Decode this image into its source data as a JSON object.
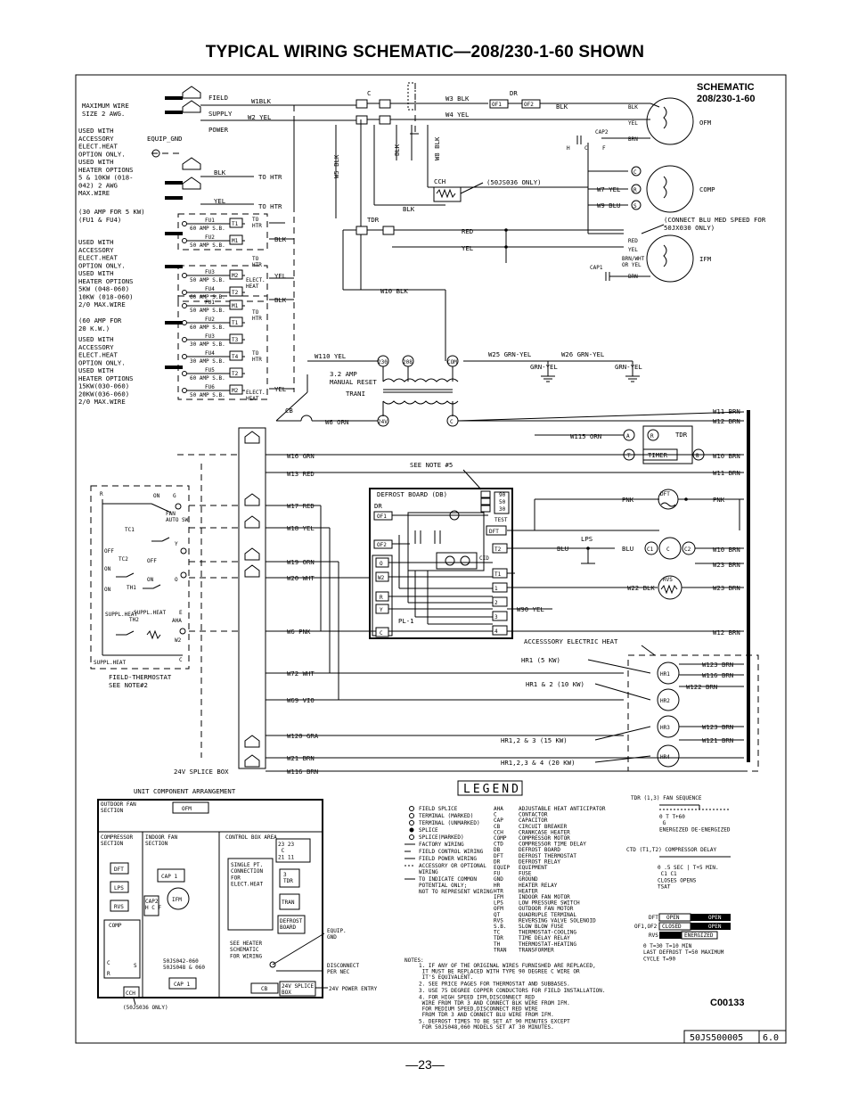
{
  "title": "TYPICAL WIRING SCHEMATIC—208/230-1-60 SHOWN",
  "schematic_label": "SCHEMATIC\n208/230-1-60",
  "page_number": "—23—",
  "figure_code": "C00133",
  "drawing_number": "50JS500005",
  "revision": "6.0",
  "power_supply": {
    "max_wire": "MAXIMUM WIRE\nSIZE 2 AWG.",
    "field": "FIELD",
    "supply": "SUPPLY",
    "power": "POWER",
    "equip_gnd": "EQUIP_GND",
    "used_with_1": "USED WITH\nACCESSORY\nELECT.HEAT\nOPTION ONLY.\nUSED WITH\nHEATER OPTIONS\n5 & 10KW (018-\n042) 2 AWG\nMAX.WIRE",
    "amp30": "(30 AMP FOR 5 KW)\n(FU1 & FU4)",
    "used_with_2": "USED WITH\nACCESSORY\nELECT.HEAT\nOPTION ONLY.\nUSED WITH\nHEATER OPTIONS\n5KW (048-060)\n10KW (018-060)\n2/0 MAX.WIRE",
    "amp60": "(60 AMP FOR\n20 K.W.)",
    "used_with_3": "USED WITH\nACCESSORY\nELECT.HEAT\nOPTION ONLY.\nUSED WITH\nHEATER OPTIONS\n15KW(030-060)\n20KW(036-060)\n2/0 MAX.WIRE"
  },
  "fuse_blocks": [
    {
      "fuses": [
        {
          "name": "FU1",
          "rating": "60 AMP S.B.",
          "term": "T1"
        },
        {
          "name": "FU2",
          "rating": "50 AMP S.B.",
          "term": "M1"
        }
      ]
    },
    {
      "fuses": [
        {
          "name": "FU3",
          "rating": "50 AMP S.B.",
          "term": "M2"
        },
        {
          "name": "FU4",
          "rating": "60 AMP S.B.",
          "term": "T2"
        }
      ]
    },
    {
      "fuses": [
        {
          "name": "FU1",
          "rating": "50 AMP S.B.",
          "term": "M1"
        },
        {
          "name": "FU2",
          "rating": "60 AMP S.B.",
          "term": "T1"
        },
        {
          "name": "FU3",
          "rating": "30 AMP S.B.",
          "term": "T3"
        },
        {
          "name": "FU4",
          "rating": "30 AMP S.B.",
          "term": "T4"
        },
        {
          "name": "FU5",
          "rating": "60 AMP S.B.",
          "term": "T2"
        },
        {
          "name": "FU6",
          "rating": "50 AMP S.B.",
          "term": "M2"
        }
      ]
    }
  ],
  "wire_labels": {
    "w1": "W1BLK",
    "w2": "W2 YEL",
    "w3": "W3 BLK",
    "w4": "W4 YEL",
    "w5": "W5 BLK",
    "w8": "W8 BLK",
    "w7": "W7 YEL",
    "w9": "W9 BLU",
    "w10": "W10 BLK",
    "w110": "W110 YEL",
    "w25": "W25 GRN-YEL",
    "w26": "W26 GRN-YEL",
    "w6": "W6 ORN",
    "w11": "W11 BRN",
    "w12": "W12 BRN",
    "w115": "W115 ORN",
    "w10brn": "W10 BRN",
    "w11brn": "W11 BRN",
    "w16": "W16 GRN",
    "w13": "W13 RED",
    "w17": "W17 RED",
    "w18": "W18 YEL",
    "w19": "W19 ORN",
    "w20": "W20 WHT",
    "w6pnk": "W6 PNK",
    "w72": "W72 WHT",
    "w69": "W69 VIO",
    "w120": "W120 GRA",
    "w21": "W21 BRN",
    "w116": "W116 BRN",
    "w90": "W90 YEL",
    "w22": "W22 BLK",
    "w23a": "W23 BRN",
    "w23b": "W23 BRN",
    "w10brn2": "W10 BRN",
    "w12brn": "W12 BRN",
    "w123a": "W123 BRN",
    "w116b": "W116 BRN",
    "w122": "W122 BRN",
    "w123b": "W123 BRN",
    "w121": "W121 BRN",
    "blk": "BLK",
    "yel": "YEL",
    "red": "RED",
    "pnk": "PNK",
    "blu": "BLU",
    "brn": "BRN",
    "grnyel": "GRN-YEL",
    "to_htr": "TO HTR",
    "cch_note": "(50JS036 ONLY)",
    "blu_note": "(CONNECT BLU MED SPEED FOR\n50JX030 ONLY)",
    "brnwht": "BRN/WHT\nOR YEL",
    "yel2": "YEL",
    "elect_heat": "ELECT.\nHEAT",
    "to_htr2": "TO\nHTR",
    "see_note5": "SEE NOTE #5"
  },
  "components": {
    "c": "C",
    "dr": "DR",
    "ofm": "OFM",
    "comp": "COMP",
    "ifm": "IFM",
    "cap2": "CAP2",
    "cap1": "CAP1",
    "cch": "CCH",
    "tdr": "TDR",
    "h": "H",
    "f": "F",
    "s": "S",
    "r": "R",
    "c2": "C",
    "cb": "CB",
    "tran": "TRAN",
    "amp_reset": "3.2 AMP\nMANUAL RESET",
    "trani": "TRANI",
    "v230": "230",
    "v208": "208",
    "com": "COM",
    "v24": "24V",
    "timer": "TIMER",
    "a": "A",
    "b": "B",
    "t": "T",
    "dft": "DFT",
    "lps": "LPS",
    "rvs": "RVS",
    "defrost_board": "DEFROST BOARD (DB)",
    "pl1": "PL-1",
    "t90": "90",
    "t50": "50",
    "t30": "30",
    "test": "TEST",
    "cid": "CID",
    "of1": "OF1",
    "of2": "OF2",
    "acc_heat": "ACCESSSORY ELECTRIC HEAT",
    "hr1_5": "HR1 (5 KW)",
    "hr12_10": "HR1 & 2 (10 KW)",
    "hr123_15": "HR1,2 & 3 (15 KW)",
    "hr1234_20": "HR1,2,3 & 4 (20 KW)",
    "hr1": "HR1",
    "hr2": "HR2",
    "hr3": "HR3",
    "hr4": "HR4",
    "splice_box": "24V SPLICE BOX",
    "thermostat": "FIELD-THERMOSTAT\nSEE NOTE#2",
    "on": "ON",
    "fan_sw": "FAN\nAUTO SW",
    "off": "OFF",
    "tc1": "TC1",
    "tc2": "TC2",
    "th1": "TH1",
    "th2": "TH2",
    "suppl_heat": "SUPPL.HEAT",
    "aha": "AHA",
    "g": "G",
    "o": "O",
    "y": "Y",
    "w2t": "W2",
    "e": "E",
    "auto": "AUTO",
    "w2": "W2",
    "y2": "Y"
  },
  "arrangement": {
    "title": "UNIT COMPONENT ARRANGEMENT",
    "outdoor_fan": "OUTDOOR FAN\nSECTION",
    "compressor": "COMPRESSOR\nSECTION",
    "indoor_fan": "INDOOR FAN\nSECTION",
    "control_box": "CONTROL BOX AREA",
    "ofm": "OFM",
    "dft": "DFT",
    "lps": "LPS",
    "rvs": "RVS",
    "comp": "COMP",
    "cap1": "CAP 1",
    "cap2": "CAP2\nH C F",
    "ifm": "IFM",
    "cap1b": "CAP 1",
    "cch": "CCH",
    "c": "C",
    "r": "R",
    "s": "S",
    "terminals": "23   23\n C\n21   11",
    "single_pt": "SINGLE PT.\nCONNECTION\nFOR\nELECT.HEAT",
    "tdr": "3\nTDR",
    "tran": "TRAN",
    "defrost": "DEFROST\nBOARD",
    "see_heater": "SEE HEATER\nSCHEMATIC\nFOR WIRING",
    "models": "50JS042-060\n50JS048 & 060",
    "cb": "CB",
    "splice": "24V SPLICE\nBOX",
    "equip_gnd": "EQUIP.\nGND",
    "disconnect": "DISCONNECT\nPER NEC",
    "power_entry": "24V POWER ENTRY",
    "only": "(50JS036 ONLY)"
  },
  "legend": {
    "title": "LEGEND",
    "symbols": [
      "FIELD SPLICE",
      "TERMINAL (MARKED)",
      "TERMINAL (UNMARKED)",
      "SPLICE",
      "SPLICE(MARKED)",
      "FACTORY WIRING",
      "FIELD CONTROL WIRING",
      "FIELD POWER WIRING",
      "ACCESSORY OR OPTIONAL\nWIRING",
      "TO INDICATE COMMON\nPOTENTIAL ONLY;\nNOT TO REPRESENT WIRING"
    ],
    "abbrevs": [
      [
        "AHA",
        "ADJUSTABLE HEAT ANTICIPATOR"
      ],
      [
        "C",
        "CONTACTOR"
      ],
      [
        "CAP",
        "CAPACITOR"
      ],
      [
        "CB",
        "CIRCUIT BREAKER"
      ],
      [
        "CCH",
        "CRANKCASE HEATER"
      ],
      [
        "COMP",
        "COMPRESSOR MOTOR"
      ],
      [
        "CTD",
        "COMPRESSOR TIME DELAY"
      ],
      [
        "DB",
        "DEFROST BOARD"
      ],
      [
        "DFT",
        "DEFROST THERMOSTAT"
      ],
      [
        "DR",
        "DEFROST RELAY"
      ],
      [
        "EQUIP",
        "EQUIPMENT"
      ],
      [
        "FU",
        "FUSE"
      ],
      [
        "GND",
        "GROUND"
      ],
      [
        "HR",
        "HEATER RELAY"
      ],
      [
        "HTR",
        "HEATER"
      ],
      [
        "IFM",
        "INDOOR FAN MOTOR"
      ],
      [
        "LPS",
        "LOW PRESSURE SWITCH"
      ],
      [
        "OFM",
        "OUTDOOR FAN MOTOR"
      ],
      [
        "QT",
        "QUADRUPLE TERMINAL"
      ],
      [
        "RVS",
        "REVERSING VALVE SOLENOID"
      ],
      [
        "S.B.",
        "SLOW BLOW FUSE"
      ],
      [
        "TC",
        "THERMOSTAT-COOLING"
      ],
      [
        "TDR",
        "TIME DELAY RELAY"
      ],
      [
        "TH",
        "THERMOSTAT-HEATING"
      ],
      [
        "TRAN",
        "TRANSFORMER"
      ]
    ]
  },
  "notes": {
    "label": "NOTES:",
    "items": [
      "1. IF ANY OF THE ORIGINAL WIRES FURNISHED ARE REPLACED,\n   IT MUST BE REPLACED WITH TYPE 90 DEGREE C WIRE OR\n   IT'S EQUIVALENT.",
      "2. SEE PRICE PAGES FOR THERMOSTAT AND SUBBASES.",
      "3. USE 75 DEGREE COPPER CONDUCTORS FOR FIELD INSTALLATION.",
      "4. FOR HIGH SPEED IFM,DISCONNECT RED\n   WIRE FROM TDR 3 AND CONNECT BLK WIRE FROM IFM.\n   FOR MEDIUM SPEED,DISCONNECT RED WIRE\n   FROM TDR 3 AND CONNECT BLU WIRE FROM IFM.",
      "5. DEFROST TIMES TO BE SET AT 90 MINUTES EXCEPT\n   FOR 50JS048,060 MODELS SET AT 30 MINUTES."
    ]
  },
  "timing": {
    "tdr_title": "TDR (1,3)  FAN SEQUENCE",
    "tdr_vals": "0          T  T+60\n           G\nENERGIZED  DE-ENERGIZED",
    "ctd_title": "CTD (T1,T2)  COMPRESSOR DELAY",
    "ctd_vals": "0   .5 SEC  |   T+5 MIN.\n  C1         C1\nCLOSES      OPENS\nTSAT",
    "dft": "DFT",
    "of": "OF1,OF2",
    "rvs": "RVS",
    "open": "OPEN",
    "closed": "CLOSED",
    "energized": "ENERGIZED",
    "cycle": "0          T=30 T=10 MIN\nLAST DEFROST T=50 MAXIMUM\nCYCLE        T=90"
  }
}
